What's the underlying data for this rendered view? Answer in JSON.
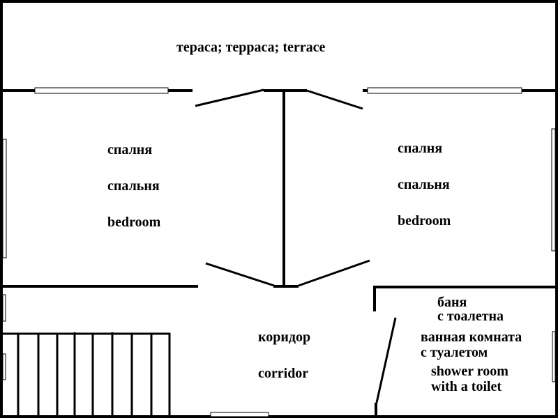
{
  "terrace": {
    "label": "тераса; терраса; terrace"
  },
  "bedroom_left": {
    "bg": "спалня",
    "ru": "спальня",
    "en": "bedroom"
  },
  "bedroom_right": {
    "bg": "спалня",
    "ru": "спальня",
    "en": "bedroom"
  },
  "corridor": {
    "ru": "коридор",
    "en": "corridor"
  },
  "bathroom": {
    "bg_line1": "баня",
    "bg_line2": "с тоалетна",
    "ru_line1": "ванная комната",
    "ru_line2": "с туалетом",
    "en_line1": "shower room",
    "en_line2": "with a toilet"
  },
  "colors": {
    "wall": "#000000",
    "background": "#ffffff"
  }
}
